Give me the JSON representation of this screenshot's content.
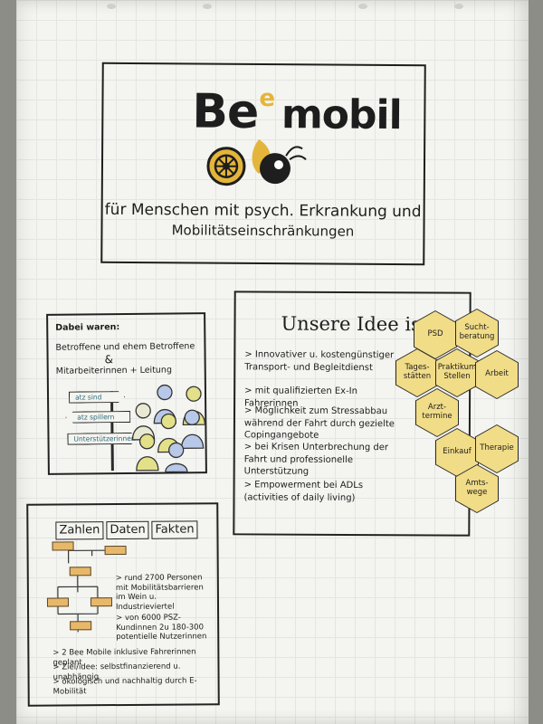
{
  "title": {
    "logo_b": "Be",
    "logo_e": "e",
    "logo_mobil": "mobil",
    "tagline_1": "für Menschen mit psych. Erkrankung und",
    "tagline_2": "Mobilitätseinschränkungen"
  },
  "left_box": {
    "line1": "Dabei waren:",
    "line2": "Betroffene und ehem Betroffene",
    "amp": "&",
    "line3": "Mitarbeiterinnen + Leitung",
    "signs": [
      "atz sind",
      "atz spillern",
      "Unterstützerinnen"
    ]
  },
  "right_box": {
    "title": "Unsere Idee ist",
    "items": [
      "> Innovativer u. kostengünstiger Transport- und Begleitdienst",
      "> mit qualifizierten Ex-In Fahrerinnen",
      "> Möglichkeit zum Stressabbau während der Fahrt durch gezielte Copingangebote",
      "> bei Krisen Unterbrechung der Fahrt und professionelle Unterstützung",
      "> Empowerment bei ADLs (activities of daily living)"
    ],
    "hexes": [
      "PSD",
      "Sucht-beratung",
      "Tages-stätten",
      "Praktikum Stellen",
      "Arbeit",
      "Arzt-termine",
      "Einkauf",
      "Therapie",
      "Amts-wege"
    ]
  },
  "bottom_box": {
    "labels": [
      "Zahlen",
      "Daten",
      "Fakten"
    ],
    "facts": [
      "> rund 2700 Personen mit Mobilitätsbarrieren im Wein u. Industrieviertel",
      "> von 6000 PSZ-Kundinnen 2u 180-300 potentielle Nutzerinnen",
      "> 2 Bee Mobile inklusive Fahrerinnen geplant",
      "> Ziel/idee: selbstfinanzierend u. unabhängig",
      "> ökologisch und nachhaltig durch E-Mobilität"
    ]
  },
  "colors": {
    "honey": "#f1dc88",
    "ink": "#1e1e1e",
    "gold": "#e3b53a"
  }
}
